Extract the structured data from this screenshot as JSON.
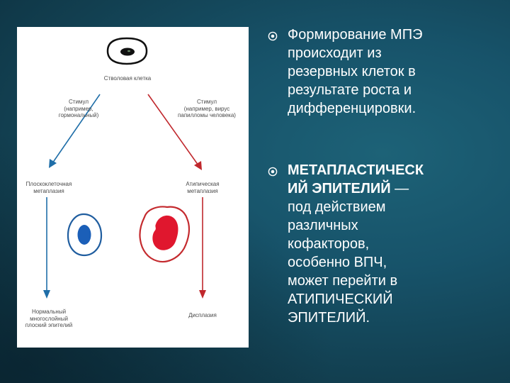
{
  "figure": {
    "stem_cell_label": "Стволовая клетка",
    "left_stimulus_label": "Стимул\n(например,\nгормональный)",
    "right_stimulus_label": "Стимул\n(например, вирус\nпапилломы человека)",
    "squamous_metaplasia_label": "Плоскоклеточная\nметаплазия",
    "atypical_metaplasia_label": "Атипическая\nметаплазия",
    "normal_epithelium_label": "Нормальный\nмногослойный\nплоский эпителий",
    "dysplasia_label": "Дисплазия",
    "colors": {
      "left_arrow": "#1f6ea8",
      "right_arrow": "#c0282d",
      "normal_cell_nucleus": "#1b5fb8",
      "atypical_cell_nucleus": "#e0172e"
    }
  },
  "bullets": [
    {
      "icon": "target-bullet-icon",
      "text": "Формирование МПЭ\nпроисходит из\nрезервных клеток  в\nрезультате роста и\nдифференцировки."
    },
    {
      "icon": "target-bullet-icon",
      "bold_text": "МЕТАПЛАСТИЧЕСК\nИЙ ЭПИТЕЛИЙ",
      "bold_suffix": " —",
      "text": "под действием\nразличных\nкофакторов,\nособенно  ВПЧ,\nможет перейти в\nАТИПИЧЕСКИЙ\nЭПИТЕЛИЙ."
    }
  ]
}
